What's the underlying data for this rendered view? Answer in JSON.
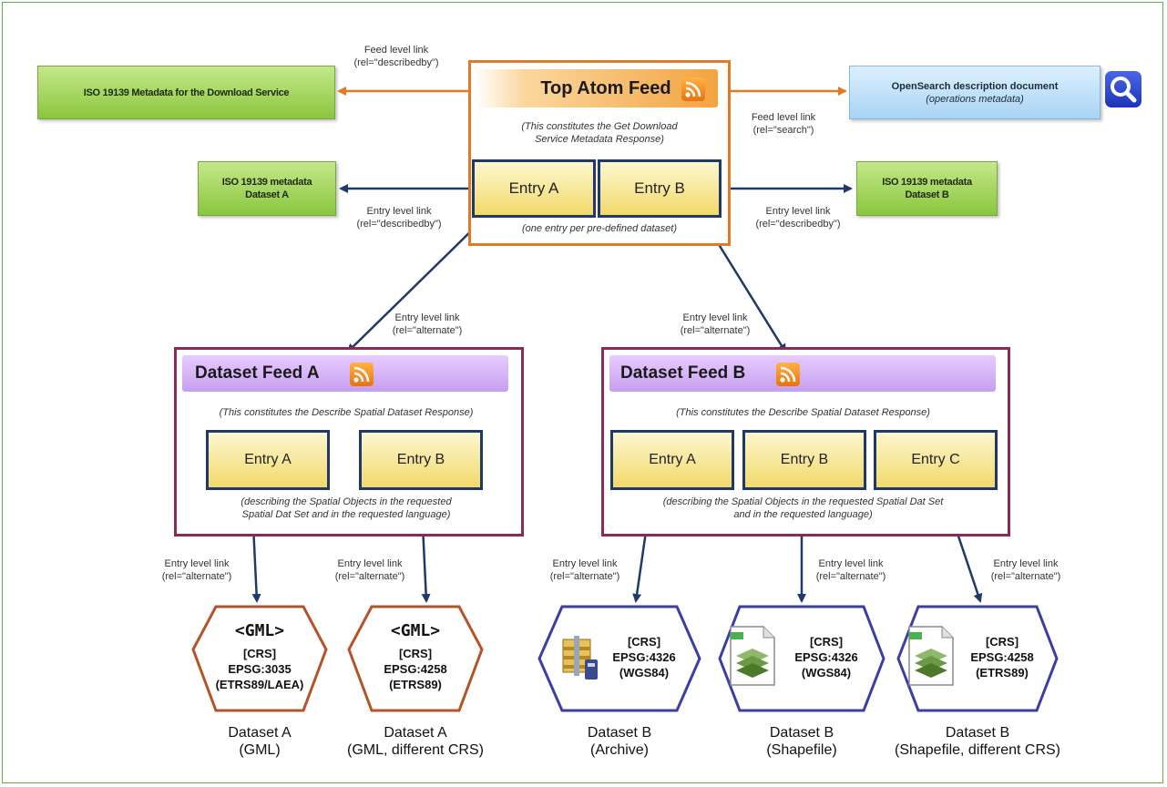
{
  "top_feed": {
    "title": "Top Atom Feed",
    "note_line1": "(This constitutes the Get Download",
    "note_line2": "Service Metadata Response)",
    "entry_a": "Entry A",
    "entry_b": "Entry B",
    "entry_note": "(one entry per pre-defined dataset)"
  },
  "iso_download": "ISO 19139 Metadata for the Download Service",
  "opensearch": {
    "line1": "OpenSearch description document",
    "line2": "(operations metadata)"
  },
  "iso_a": {
    "line1": "ISO 19139 metadata",
    "line2": "Dataset A"
  },
  "iso_b": {
    "line1": "ISO 19139 metadata",
    "line2": "Dataset B"
  },
  "links": {
    "feed_describedby": {
      "line1": "Feed level link",
      "line2": "(rel=\"describedby\")"
    },
    "feed_search": {
      "line1": "Feed level link",
      "line2": "(rel=\"search\")"
    },
    "entry_describedby_a": {
      "line1": "Entry level link",
      "line2": "(rel=\"describedby\")"
    },
    "entry_describedby_b": {
      "line1": "Entry level link",
      "line2": "(rel=\"describedby\")"
    },
    "alt_a": {
      "line1": "Entry level link",
      "line2": "(rel=\"alternate\")"
    },
    "alt_b": {
      "line1": "Entry level link",
      "line2": "(rel=\"alternate\")"
    },
    "alt_a1": {
      "line1": "Entry level link",
      "line2": "(rel=\"alternate\")"
    },
    "alt_a2": {
      "line1": "Entry level link",
      "line2": "(rel=\"alternate\")"
    },
    "alt_b1": {
      "line1": "Entry level link",
      "line2": "(rel=\"alternate\")"
    },
    "alt_b2": {
      "line1": "Entry level link",
      "line2": "(rel=\"alternate\")"
    },
    "alt_b3": {
      "line1": "Entry level link",
      "line2": "(rel=\"alternate\")"
    }
  },
  "feed_a": {
    "title": "Dataset Feed A",
    "note": "(This constitutes the Describe Spatial Dataset Response)",
    "entry_a": "Entry A",
    "entry_b": "Entry B",
    "desc_line1": "(describing the Spatial Objects in the requested",
    "desc_line2": "Spatial Dat Set and in the requested language)"
  },
  "feed_b": {
    "title": "Dataset Feed B",
    "note": "(This constitutes the Describe Spatial Dataset Response)",
    "entry_a": "Entry A",
    "entry_b": "Entry B",
    "entry_c": "Entry C",
    "desc_line1": "(describing the Spatial Objects in the requested Spatial Dat Set",
    "desc_line2": "and in the requested language)"
  },
  "datasets": [
    {
      "top": "<GML>",
      "crs": "[CRS]",
      "code": "EPSG:3035",
      "name": "(ETRS89/LAEA)",
      "label1": "Dataset A",
      "label2": "(GML)"
    },
    {
      "top": "<GML>",
      "crs": "[CRS]",
      "code": "EPSG:4258",
      "name": "(ETRS89)",
      "label1": "Dataset A",
      "label2": "(GML, different CRS)"
    },
    {
      "crs": "[CRS]",
      "code": "EPSG:4326",
      "name": "(WGS84)",
      "label1": "Dataset B",
      "label2": "(Archive)"
    },
    {
      "crs": "[CRS]",
      "code": "EPSG:4326",
      "name": "(WGS84)",
      "label1": "Dataset B",
      "label2": "(Shapefile)"
    },
    {
      "crs": "[CRS]",
      "code": "EPSG:4258",
      "name": "(ETRS89)",
      "label1": "Dataset B",
      "label2": "(Shapefile, different CRS)"
    }
  ],
  "colors": {
    "orange": "#e07a24",
    "navy": "#1f3a68",
    "plum": "#8b2a55",
    "hex_gml": "#b5542a",
    "hex_data": "#3b3fa3"
  }
}
